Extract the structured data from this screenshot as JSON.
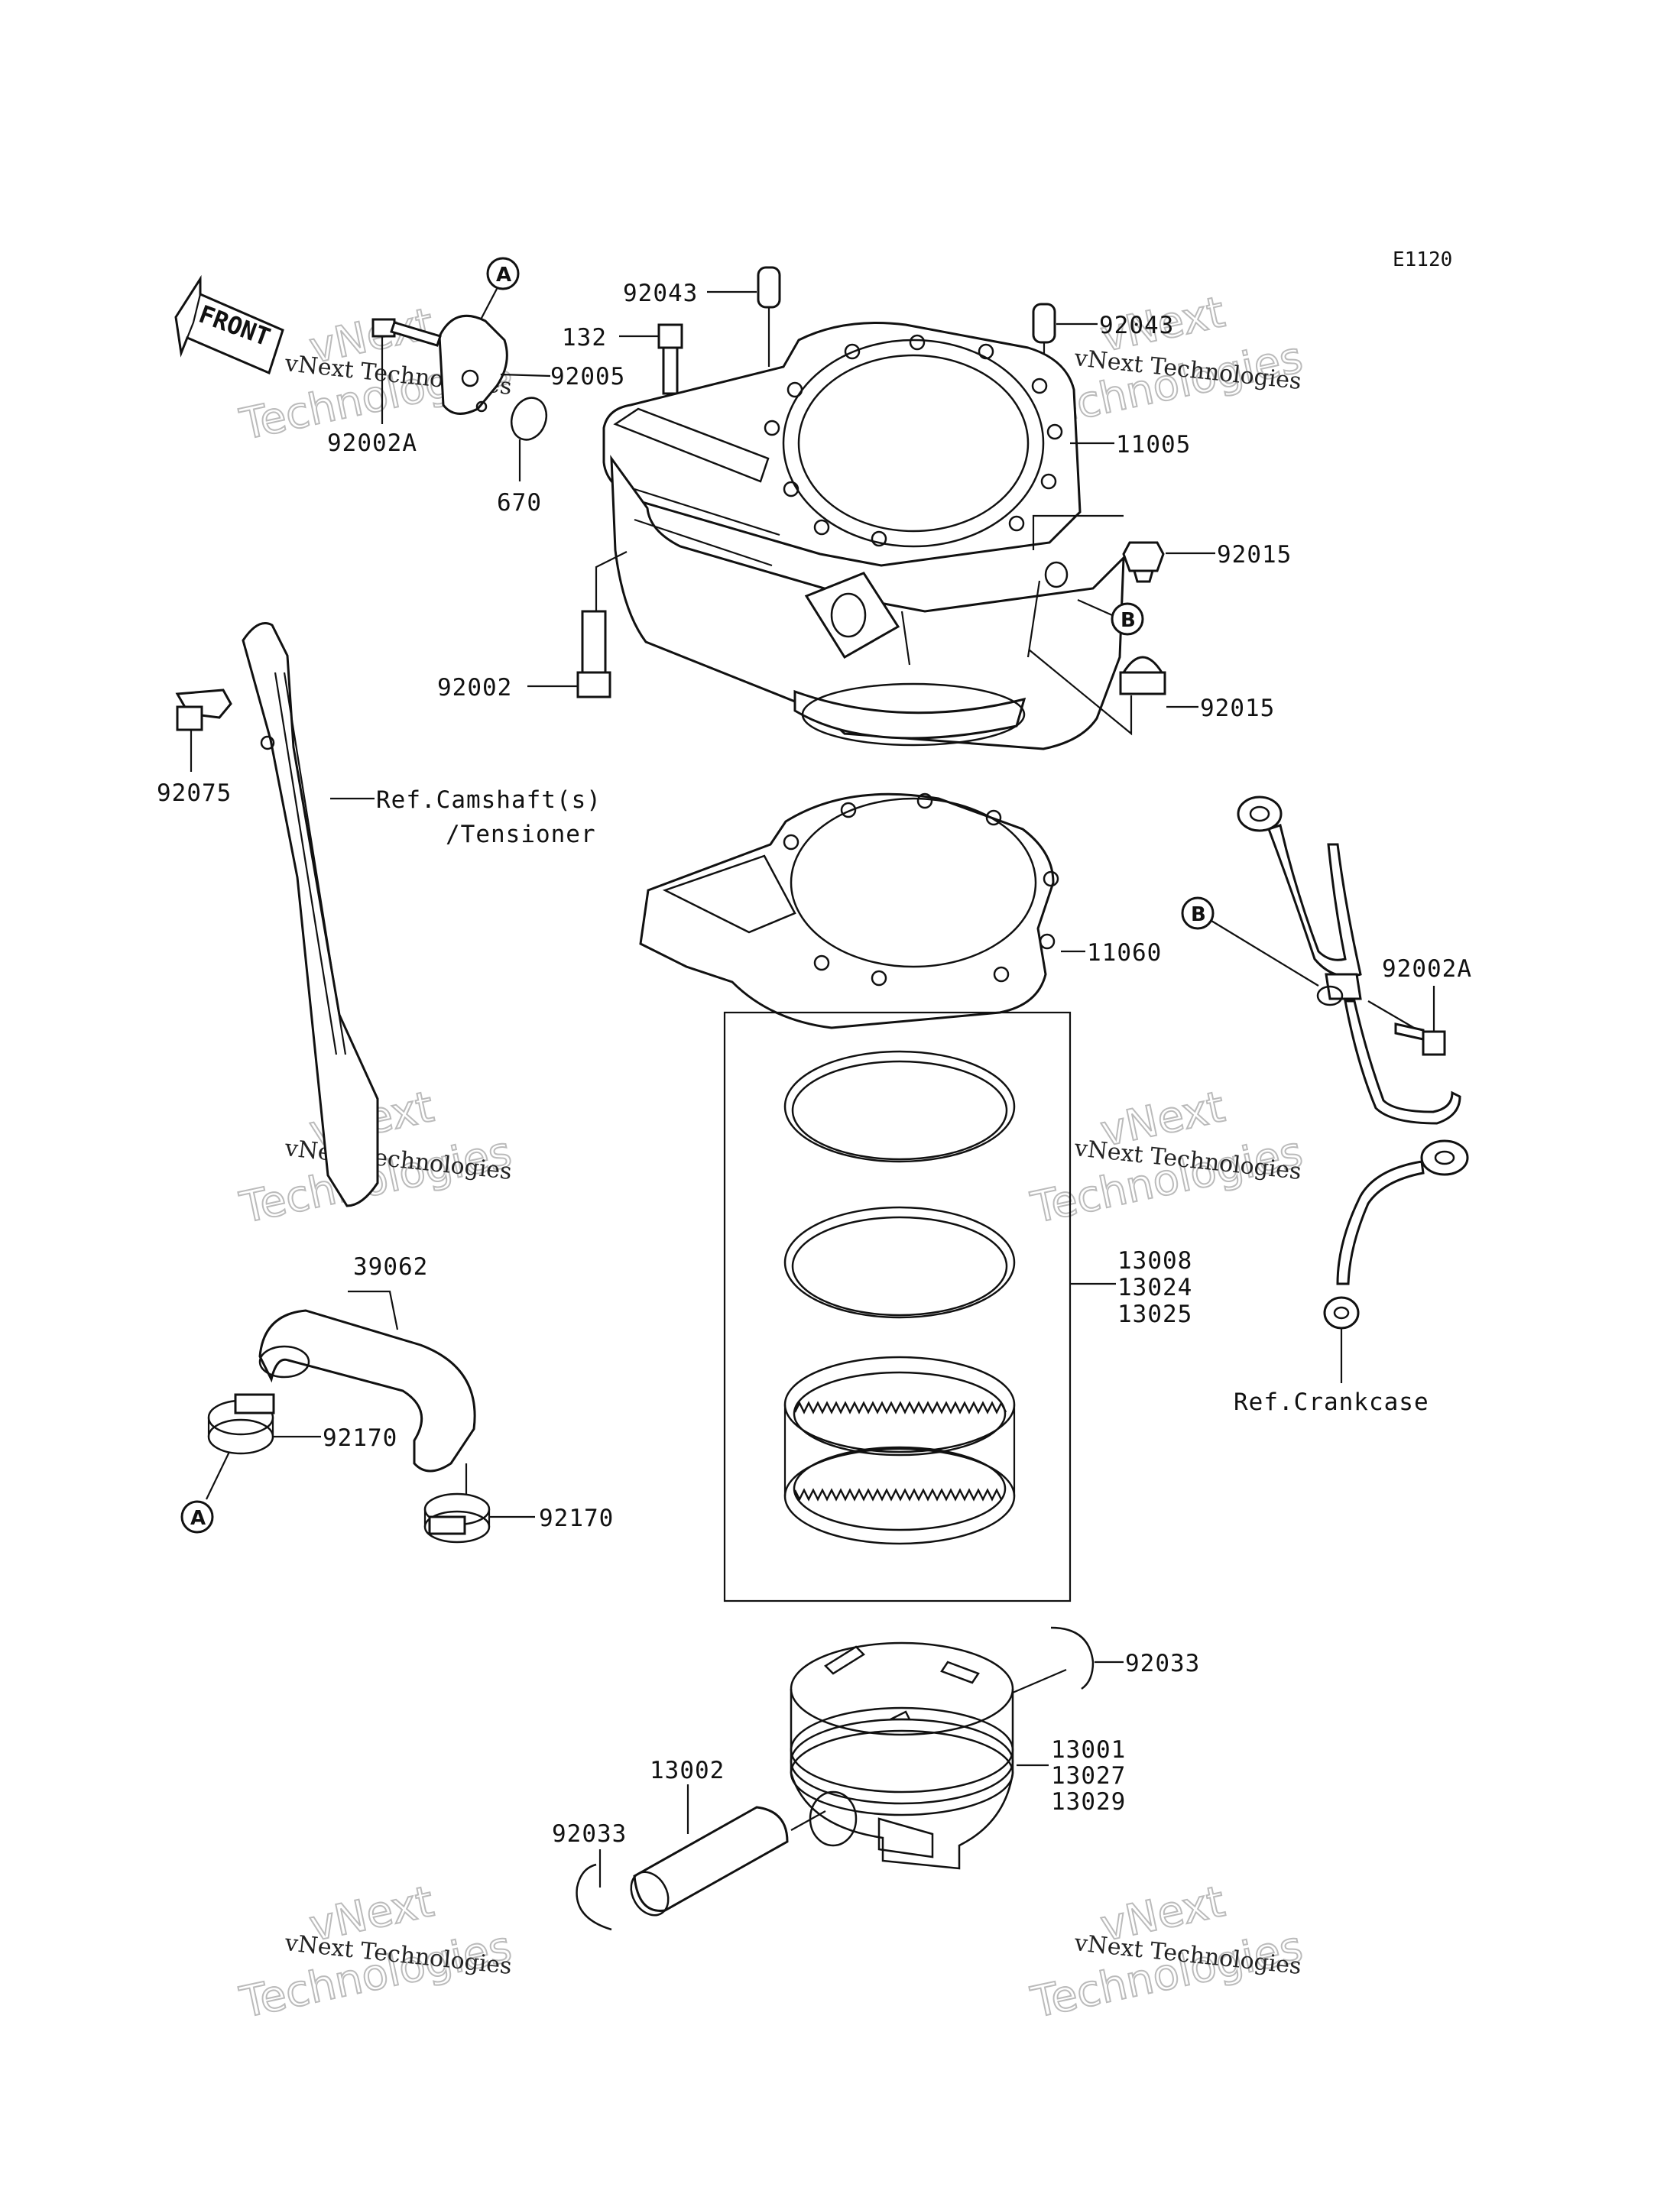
{
  "diagram_code": "E1120",
  "front_label": "FRONT",
  "watermark": {
    "line1": "vNext Technologies",
    "line2": "vNext",
    "line3": "Technologies"
  },
  "callouts": {
    "a": "A",
    "b": "B"
  },
  "labels": {
    "p92043_left": "92043",
    "p92043_right": "92043",
    "p132": "132",
    "p92005": "92005",
    "p92002A_left": "92002A",
    "p670": "670",
    "p11005": "11005",
    "p92015_top": "92015",
    "p92015_bottom": "92015",
    "p92002": "92002",
    "p92075": "92075",
    "ref_camshaft_1": "Ref.Camshaft(s)",
    "ref_camshaft_2": "/Tensioner",
    "p11060": "11060",
    "p92002A_right": "92002A",
    "ring_1": "13008",
    "ring_2": "13024",
    "ring_3": "13025",
    "ref_crankcase": "Ref.Crankcase",
    "p39062": "39062",
    "p92170_top": "92170",
    "p92170_bottom": "92170",
    "p92033_right": "92033",
    "piston_1": "13001",
    "piston_2": "13027",
    "piston_3": "13029",
    "p13002": "13002",
    "p92033_left": "92033"
  }
}
